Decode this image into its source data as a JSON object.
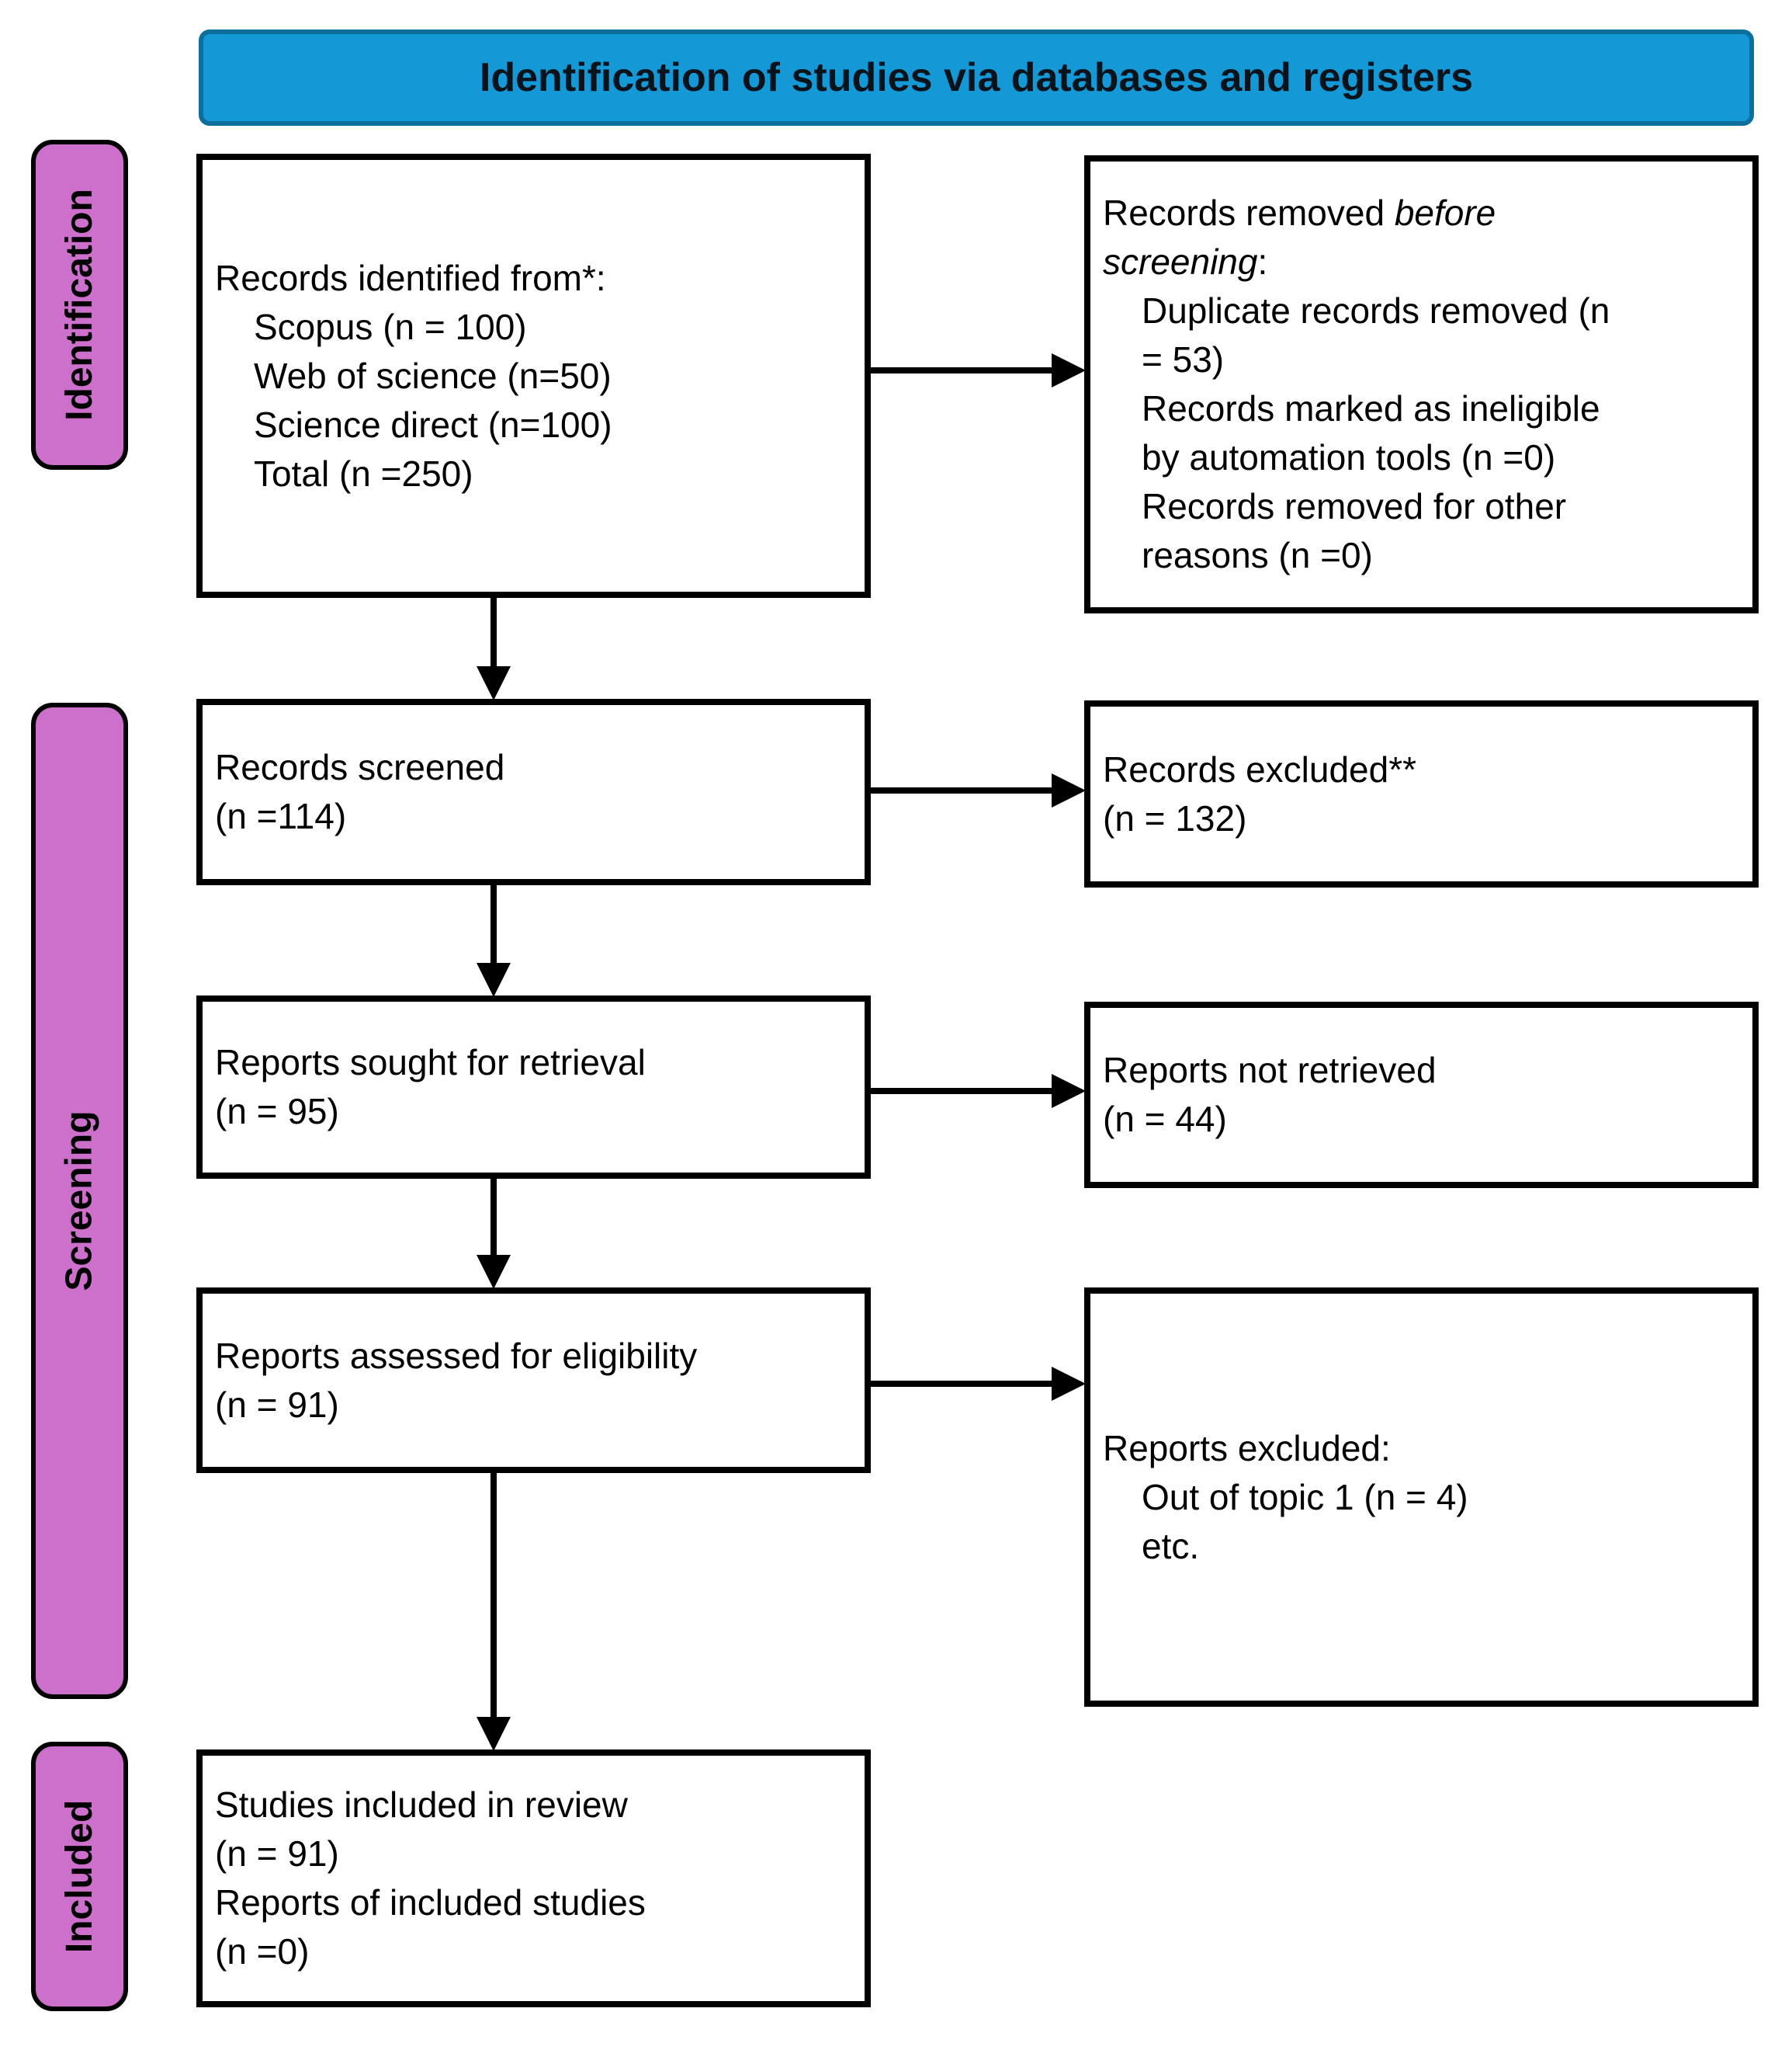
{
  "banner": {
    "label": "Identification of studies via databases and registers"
  },
  "stages": [
    {
      "label": "Identification"
    },
    {
      "label": "Screening"
    },
    {
      "label": "Included"
    }
  ],
  "boxes": {
    "identified": {
      "lines": [
        {
          "indent": 0,
          "text": "Records identified from*:"
        },
        {
          "indent": 1,
          "text": "Scopus (n = 100)"
        },
        {
          "indent": 1,
          "text": "Web of science (n=50)"
        },
        {
          "indent": 1,
          "text": "Science direct (n=100)"
        },
        {
          "indent": 1,
          "text": "Total (n =250)"
        }
      ]
    },
    "removed_before_screening": {
      "lines": [
        {
          "indent": 0,
          "segments": [
            {
              "text": "Records removed ",
              "italic": false
            },
            {
              "text": "before",
              "italic": true
            }
          ]
        },
        {
          "indent": 0,
          "segments": [
            {
              "text": "screening",
              "italic": true
            },
            {
              "text": ":",
              "italic": false
            }
          ]
        },
        {
          "indent": 1,
          "text": "Duplicate records removed (n"
        },
        {
          "indent": 1,
          "text": "= 53)"
        },
        {
          "indent": 1,
          "text": "Records marked as ineligible"
        },
        {
          "indent": 1,
          "text": "by automation tools (n =0)"
        },
        {
          "indent": 1,
          "text": "Records removed for other"
        },
        {
          "indent": 1,
          "text": "reasons (n =0)"
        }
      ]
    },
    "screened": {
      "lines": [
        {
          "indent": 0,
          "text": "Records screened"
        },
        {
          "indent": 0,
          "text": "(n =114)"
        }
      ]
    },
    "records_excluded": {
      "lines": [
        {
          "indent": 0,
          "text": "Records excluded**"
        },
        {
          "indent": 0,
          "text": "(n = 132)"
        }
      ]
    },
    "sought": {
      "lines": [
        {
          "indent": 0,
          "text": "Reports sought for retrieval"
        },
        {
          "indent": 0,
          "text": "(n = 95)"
        }
      ]
    },
    "not_retrieved": {
      "lines": [
        {
          "indent": 0,
          "text": "Reports not retrieved"
        },
        {
          "indent": 0,
          "text": "(n = 44)"
        }
      ]
    },
    "assessed": {
      "lines": [
        {
          "indent": 0,
          "text": "Reports assessed for eligibility"
        },
        {
          "indent": 0,
          "text": "(n = 91)"
        }
      ]
    },
    "reports_excluded": {
      "lines": [
        {
          "indent": 0,
          "text": "Reports excluded:"
        },
        {
          "indent": 1,
          "text": "Out of topic 1 (n = 4)"
        },
        {
          "indent": 1,
          "text": "etc."
        }
      ]
    },
    "included": {
      "lines": [
        {
          "indent": 0,
          "text": "Studies included in review"
        },
        {
          "indent": 0,
          "text": "(n = 91)"
        },
        {
          "indent": 0,
          "text": "Reports of included studies"
        },
        {
          "indent": 0,
          "text": "(n =0)"
        }
      ]
    }
  },
  "colors": {
    "banner_blue": "#1599d6",
    "banner_border": "#0d6f9e",
    "stage_pink": "#cd70cc",
    "line_black": "#000000"
  }
}
